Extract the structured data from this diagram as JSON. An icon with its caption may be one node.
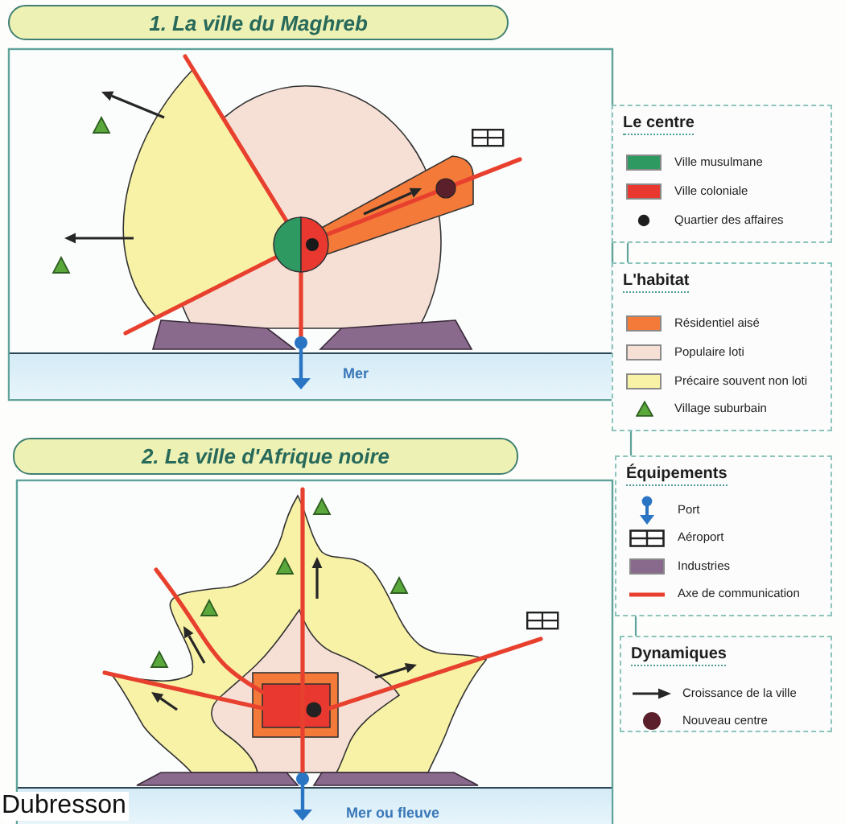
{
  "diagram": {
    "nodes": [
      {
        "text": [
          "1. La ville du Maghreb"
        ]
      },
      {
        "text": [
          "Mer"
        ]
      },
      {
        "text": [
          "2. La ville d'Afrique noire"
        ]
      },
      {
        "text": [
          "Mer ou fleuve"
        ]
      },
      {
        "text": [
          "Le centre"
        ]
      },
      {
        "text": [
          "L'habitat"
        ]
      },
      {
        "text": [
          "Équipements"
        ]
      },
      {
        "text": [
          "Dynamiques"
        ]
      }
    ],
    "edges": [
      {
        "from": 4,
        "to": 5,
        "arrow": "none"
      },
      {
        "from": 5,
        "to": 6,
        "arrow": "none"
      },
      {
        "from": 6,
        "to": 7,
        "arrow": "none"
      }
    ],
    "labels": [
      "Dubresson"
    ],
    "legend": [
      {
        "text": "Ville musulmane",
        "color": "#2e9a62"
      },
      {
        "text": "Ville coloniale",
        "color": "#e8382f"
      },
      {
        "text": "Quartier des affaires"
      },
      {
        "text": "Résidentiel aisé",
        "color": "#f47a3a"
      },
      {
        "text": "Populaire loti",
        "color": "#f6e0d6"
      },
      {
        "text": "Précaire souvent non loti",
        "color": "#f8f2a6"
      },
      {
        "text": "Village suburbain"
      },
      {
        "text": "Port"
      },
      {
        "text": "Aéroport"
      },
      {
        "text": "Industries",
        "color": "#8a6a8c"
      },
      {
        "text": "Axe de communication"
      },
      {
        "text": "Croissance de la ville"
      },
      {
        "text": "Nouveau centre"
      }
    ]
  }
}
